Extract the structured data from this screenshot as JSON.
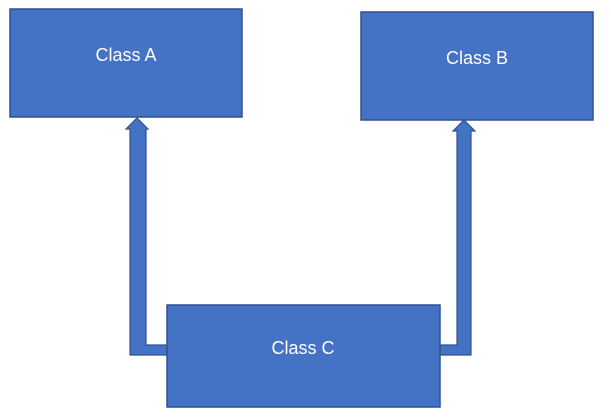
{
  "diagram": {
    "nodes": {
      "class_a": {
        "label": "Class A"
      },
      "class_b": {
        "label": "Class B"
      },
      "class_c": {
        "label": "Class C"
      }
    },
    "edges": [
      {
        "from": "Class C",
        "to": "Class A"
      },
      {
        "from": "Class C",
        "to": "Class B"
      }
    ],
    "colors": {
      "box_fill": "#4472c4",
      "box_border": "#2f528f",
      "text": "#ffffff",
      "background": "#ffffff"
    }
  }
}
